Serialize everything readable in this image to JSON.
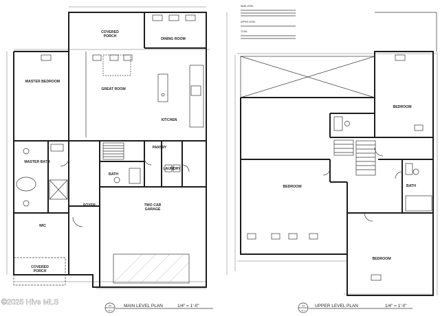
{
  "main_plan": {
    "rooms": {
      "covered_porch_top": "COVERED\nPORCH",
      "dining_room": "DINING ROOM",
      "master_bedroom": "MASTER BEDROOM",
      "great_room": "GREAT ROOM",
      "kitchen": "KITCHEN",
      "pantry": "PANTRY",
      "master_bath": "MASTER BATH",
      "bath": "BATH",
      "laundry": "LAUNDRY",
      "foyer": "FOYER",
      "wic": "WIC",
      "garage": "TWO CAR\nGARAGE",
      "covered_porch_bottom": "COVERED\nPORCH"
    },
    "title": {
      "number": "101",
      "sheet": "A1.0",
      "name": "MAIN LEVEL PLAN",
      "scale": "1/4\" = 1'-0\""
    }
  },
  "upper_plan": {
    "rooms": {
      "bedroom_right": "BEDROOM",
      "bedroom_center": "BEDROOM",
      "bedroom_bottom": "BEDROOM",
      "bath": "BATH"
    },
    "title": {
      "number": "102",
      "sheet": "A1.0",
      "name": "UPPER LEVEL PLAN",
      "scale": "1/4\" = 1'-0\""
    }
  },
  "area_table": {
    "main_heading": "MAIN LEVEL",
    "upper_heading": "UPPER LEVEL",
    "total_heading": "TOTAL"
  },
  "watermark": "©2025 Hive MLS"
}
